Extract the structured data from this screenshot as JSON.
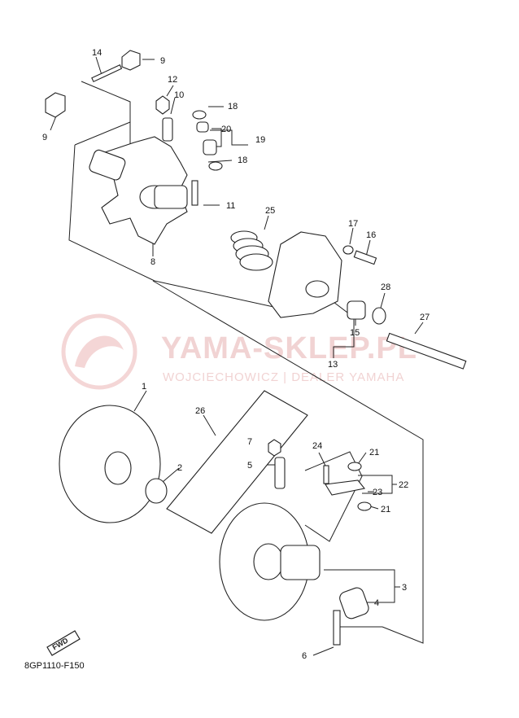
{
  "watermark": {
    "title": "YAMA-SKLEP.PL",
    "subtitle": "WOJCIECHOWICZ | DEALER YAMAHA"
  },
  "fwd_badge": "FWD",
  "diagram_code": "8GP1110-F150",
  "callouts": [
    "1",
    "2",
    "3",
    "4",
    "5",
    "6",
    "7",
    "8",
    "9",
    "9",
    "10",
    "11",
    "12",
    "13",
    "14",
    "15",
    "16",
    "17",
    "18",
    "18",
    "19",
    "20",
    "21",
    "21",
    "22",
    "23",
    "24",
    "25",
    "26",
    "27",
    "28"
  ],
  "colors": {
    "line": "#222222",
    "watermark": "#f1d3d3"
  }
}
